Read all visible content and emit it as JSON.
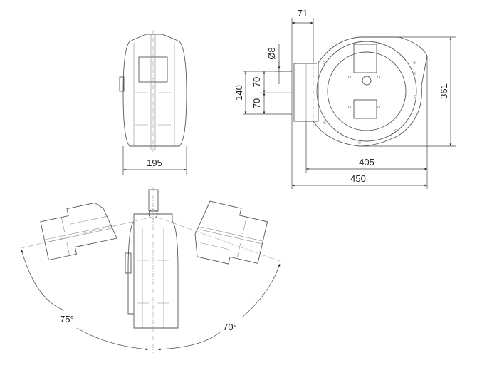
{
  "dimensions": {
    "side_width": "195",
    "bracket_depth": "71",
    "hole_diameter": "Ø8",
    "hole_spacing_total": "140",
    "hole_spacing_upper": "70",
    "hole_spacing_lower": "70",
    "height": "361",
    "body_width": "405",
    "overall_width": "450",
    "swivel_left_angle": "75°",
    "swivel_right_angle": "70°"
  }
}
